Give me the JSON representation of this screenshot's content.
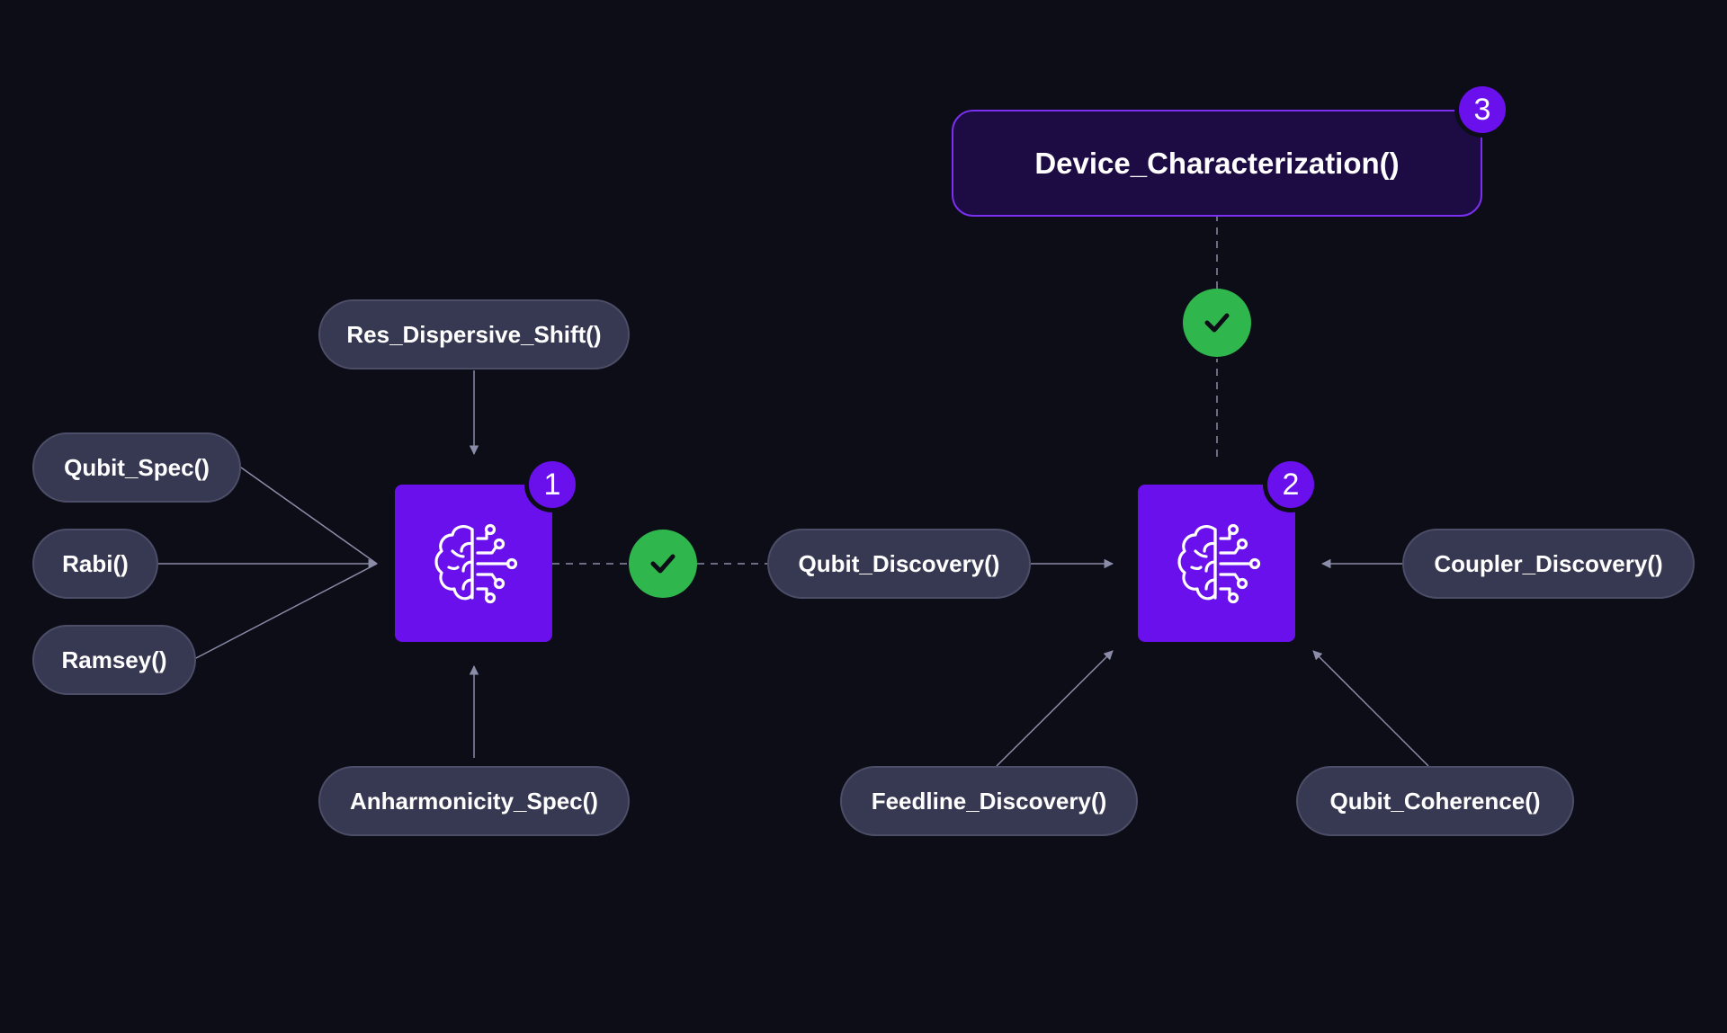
{
  "diagram": {
    "top_node": {
      "label": "Device_Characterization()",
      "badge": "3"
    },
    "agent_1": {
      "badge": "1",
      "icon": "brain-circuit-icon"
    },
    "agent_2": {
      "badge": "2",
      "icon": "brain-circuit-icon"
    },
    "inputs_agent_1": {
      "res_dispersive_shift": "Res_Dispersive_Shift()",
      "qubit_spec": "Qubit_Spec()",
      "rabi": "Rabi()",
      "ramsey": "Ramsey()",
      "anharmonicity_spec": "Anharmonicity_Spec()"
    },
    "inputs_agent_2": {
      "qubit_discovery": "Qubit_Discovery()",
      "coupler_discovery": "Coupler_Discovery()",
      "feedline_discovery": "Feedline_Discovery()",
      "qubit_coherence": "Qubit_Coherence()"
    },
    "status_icons": [
      "check-icon",
      "check-icon"
    ],
    "colors": {
      "background": "#0c0d17",
      "pill": "#373851",
      "agent": "#6a10ec",
      "check": "#2fb64c",
      "connector": "#8a8ca8"
    }
  }
}
